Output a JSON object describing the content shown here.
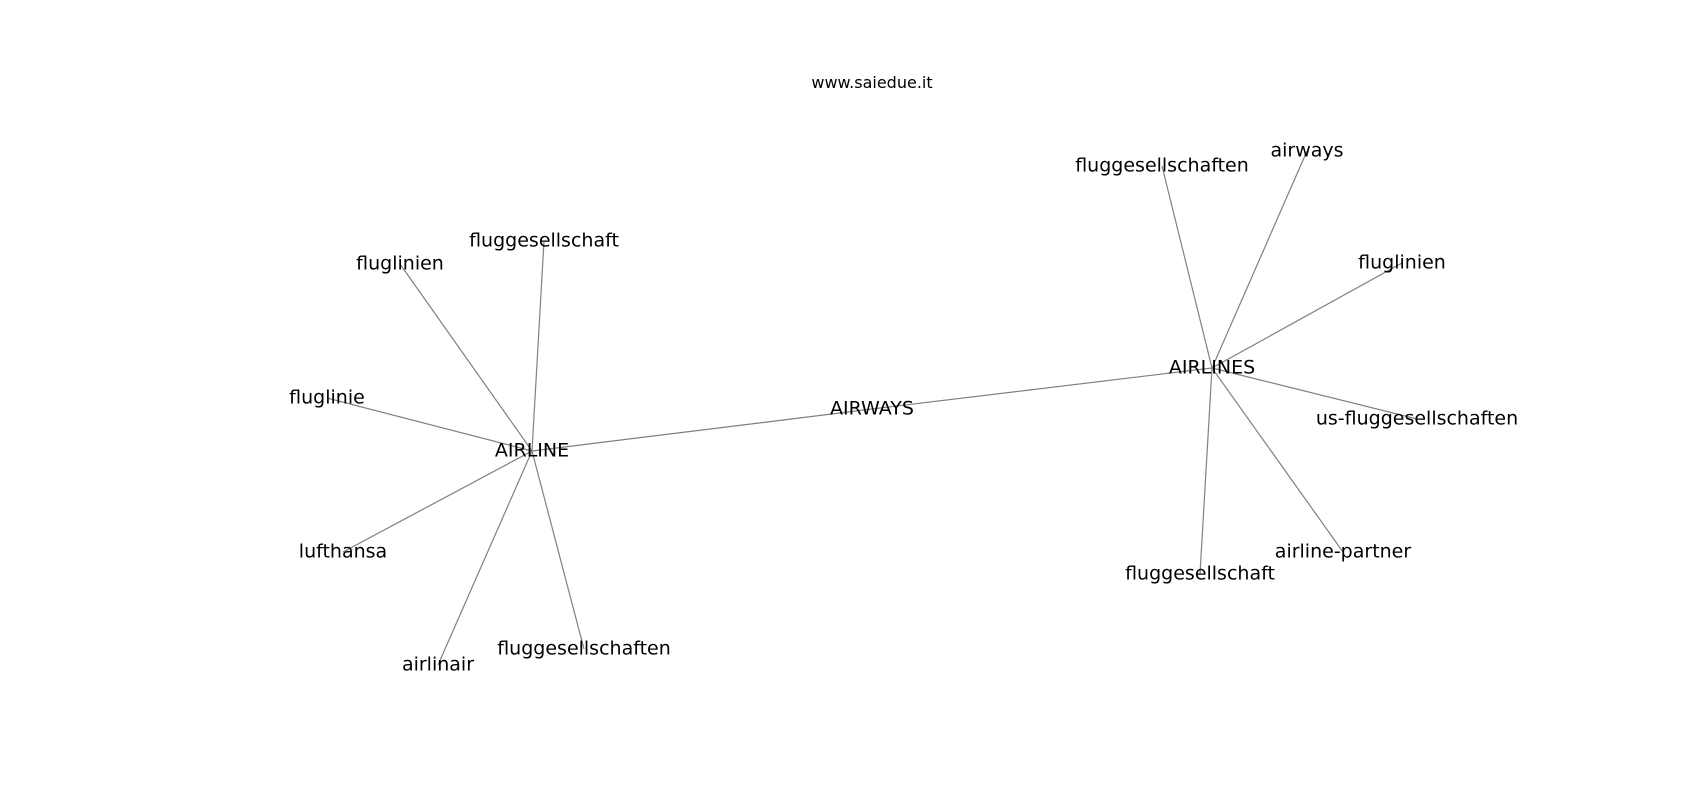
{
  "title": "www.saiedue.it",
  "graph": {
    "nodes": [
      {
        "id": "airways_hub",
        "label": "AIRWAYS"
      },
      {
        "id": "airline",
        "label": "AIRLINE"
      },
      {
        "id": "airlines",
        "label": "AIRLINES"
      },
      {
        "id": "a_fluglinien",
        "label": "fluglinien"
      },
      {
        "id": "a_fluggesellschaft",
        "label": "fluggesellschaft"
      },
      {
        "id": "a_fluglinie",
        "label": "fluglinie"
      },
      {
        "id": "a_lufthansa",
        "label": "lufthansa"
      },
      {
        "id": "a_airlinair",
        "label": "airlinair"
      },
      {
        "id": "a_fluggesellschaften",
        "label": "fluggesellschaften"
      },
      {
        "id": "b_fluggesellschaften",
        "label": "fluggesellschaften"
      },
      {
        "id": "b_airways",
        "label": "airways"
      },
      {
        "id": "b_fluglinien",
        "label": "fluglinien"
      },
      {
        "id": "b_us_fluggesellschaften",
        "label": "us-fluggesellschaften"
      },
      {
        "id": "b_airline_partner",
        "label": "airline-partner"
      },
      {
        "id": "b_fluggesellschaft",
        "label": "fluggesellschaft"
      }
    ],
    "edges": [
      [
        "airline",
        "airways_hub"
      ],
      [
        "airways_hub",
        "airlines"
      ],
      [
        "airline",
        "a_fluglinien"
      ],
      [
        "airline",
        "a_fluggesellschaft"
      ],
      [
        "airline",
        "a_fluglinie"
      ],
      [
        "airline",
        "a_lufthansa"
      ],
      [
        "airline",
        "a_airlinair"
      ],
      [
        "airline",
        "a_fluggesellschaften"
      ],
      [
        "airlines",
        "b_fluggesellschaften"
      ],
      [
        "airlines",
        "b_airways"
      ],
      [
        "airlines",
        "b_fluglinien"
      ],
      [
        "airlines",
        "b_us_fluggesellschaften"
      ],
      [
        "airlines",
        "b_airline_partner"
      ],
      [
        "airlines",
        "b_fluggesellschaft"
      ]
    ]
  }
}
